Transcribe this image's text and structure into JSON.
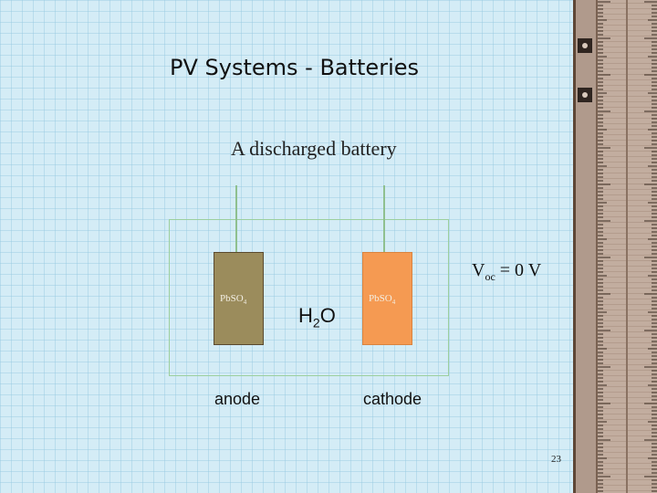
{
  "slide": {
    "title": "PV Systems - Batteries",
    "subtitle": "A discharged battery",
    "page_number": "23"
  },
  "diagram": {
    "anode": {
      "material_main": "PbSO",
      "material_sub": "4",
      "label": "anode",
      "color": "#9b8c5c"
    },
    "cathode": {
      "material_main": "PbSO",
      "material_sub": "4",
      "label": "cathode",
      "color": "#f59a52"
    },
    "electrolyte": {
      "main": "H",
      "sub": "2",
      "tail": "O"
    },
    "voltage": {
      "symbol": "V",
      "subscript": "oc",
      "value": " = 0 V"
    },
    "wire_color": "#8fc08f"
  },
  "colors": {
    "background": "#d4ecf6",
    "ruler": "#bca79a"
  }
}
